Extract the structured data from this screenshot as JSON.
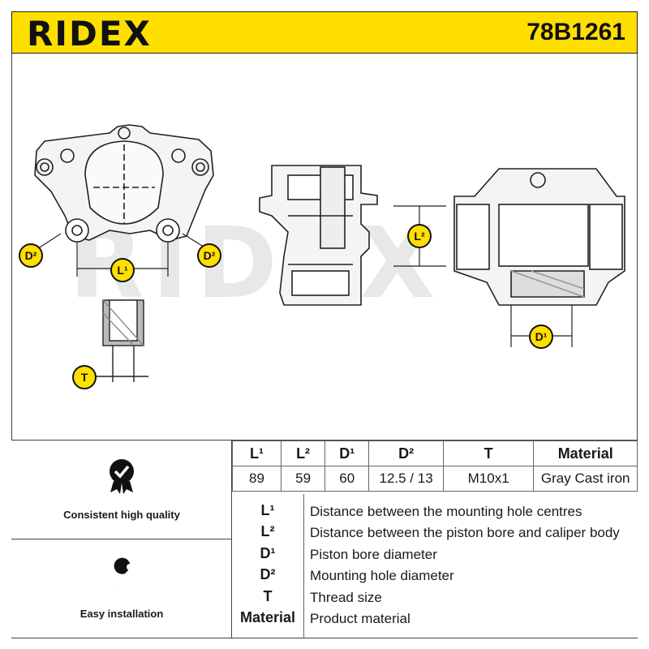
{
  "header": {
    "brand": "RIDEX",
    "part_number": "78B1261"
  },
  "labels": {
    "d1": "D¹",
    "d2": "D²",
    "l1": "L¹",
    "l2": "L²",
    "t": "T"
  },
  "features": [
    {
      "label": "Consistent high quality",
      "icon": "quality-badge-icon"
    },
    {
      "label": "Easy installation",
      "icon": "wrench-icon"
    }
  ],
  "specs": {
    "headers": [
      "L¹",
      "L²",
      "D¹",
      "D²",
      "T",
      "Material"
    ],
    "values": [
      "89",
      "59",
      "60",
      "12.5 / 13",
      "M10x1",
      "Gray Cast iron"
    ]
  },
  "legend": [
    {
      "sym": "L¹",
      "desc": "Distance between the mounting hole centres"
    },
    {
      "sym": "L²",
      "desc": "Distance between the piston bore and caliper body"
    },
    {
      "sym": "D¹",
      "desc": "Piston bore diameter"
    },
    {
      "sym": "D²",
      "desc": "Mounting hole diameter"
    },
    {
      "sym": "T",
      "desc": "Thread size"
    },
    {
      "sym": "Material",
      "desc": "Product material"
    }
  ],
  "colors": {
    "accent": "#ffdf00",
    "ink": "#111111"
  }
}
